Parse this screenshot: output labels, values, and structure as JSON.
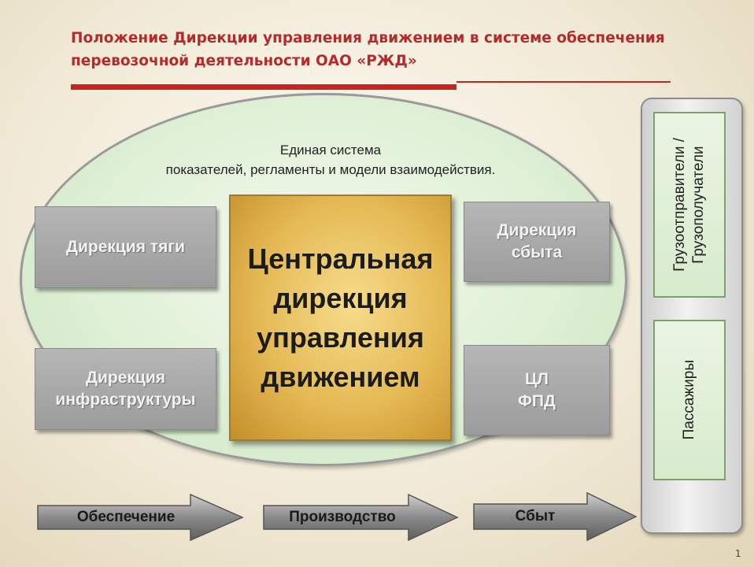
{
  "title": "Положение Дирекции управления движением в системе обеспечения перевозочной деятельности ОАО «РЖД»",
  "ellipse_caption": {
    "line1": "Единая система",
    "line2": "показателей, регламенты и модели взаимодействия."
  },
  "boxes": {
    "traction": "Дирекция тяги",
    "infrastructure": "Дирекция инфраструктуры",
    "sales": "Дирекция сбыта",
    "tsl_fpd": "ЦЛ ФПД",
    "central": "Центральная\nдирекция\nуправления\nдвижением"
  },
  "side": {
    "freight": "Грузоотправители /\nГрузополучатели",
    "passengers": "Пассажиры"
  },
  "arrows": [
    "Обеспечение",
    "Производство",
    "Сбыт"
  ],
  "page_number": "1",
  "colors": {
    "title": "#b52a2a",
    "accent_rule": "#c9241f",
    "central_box": "#e5b954",
    "grey_box": "#a8a8a8",
    "ellipse_fill": "#dff0d6"
  }
}
